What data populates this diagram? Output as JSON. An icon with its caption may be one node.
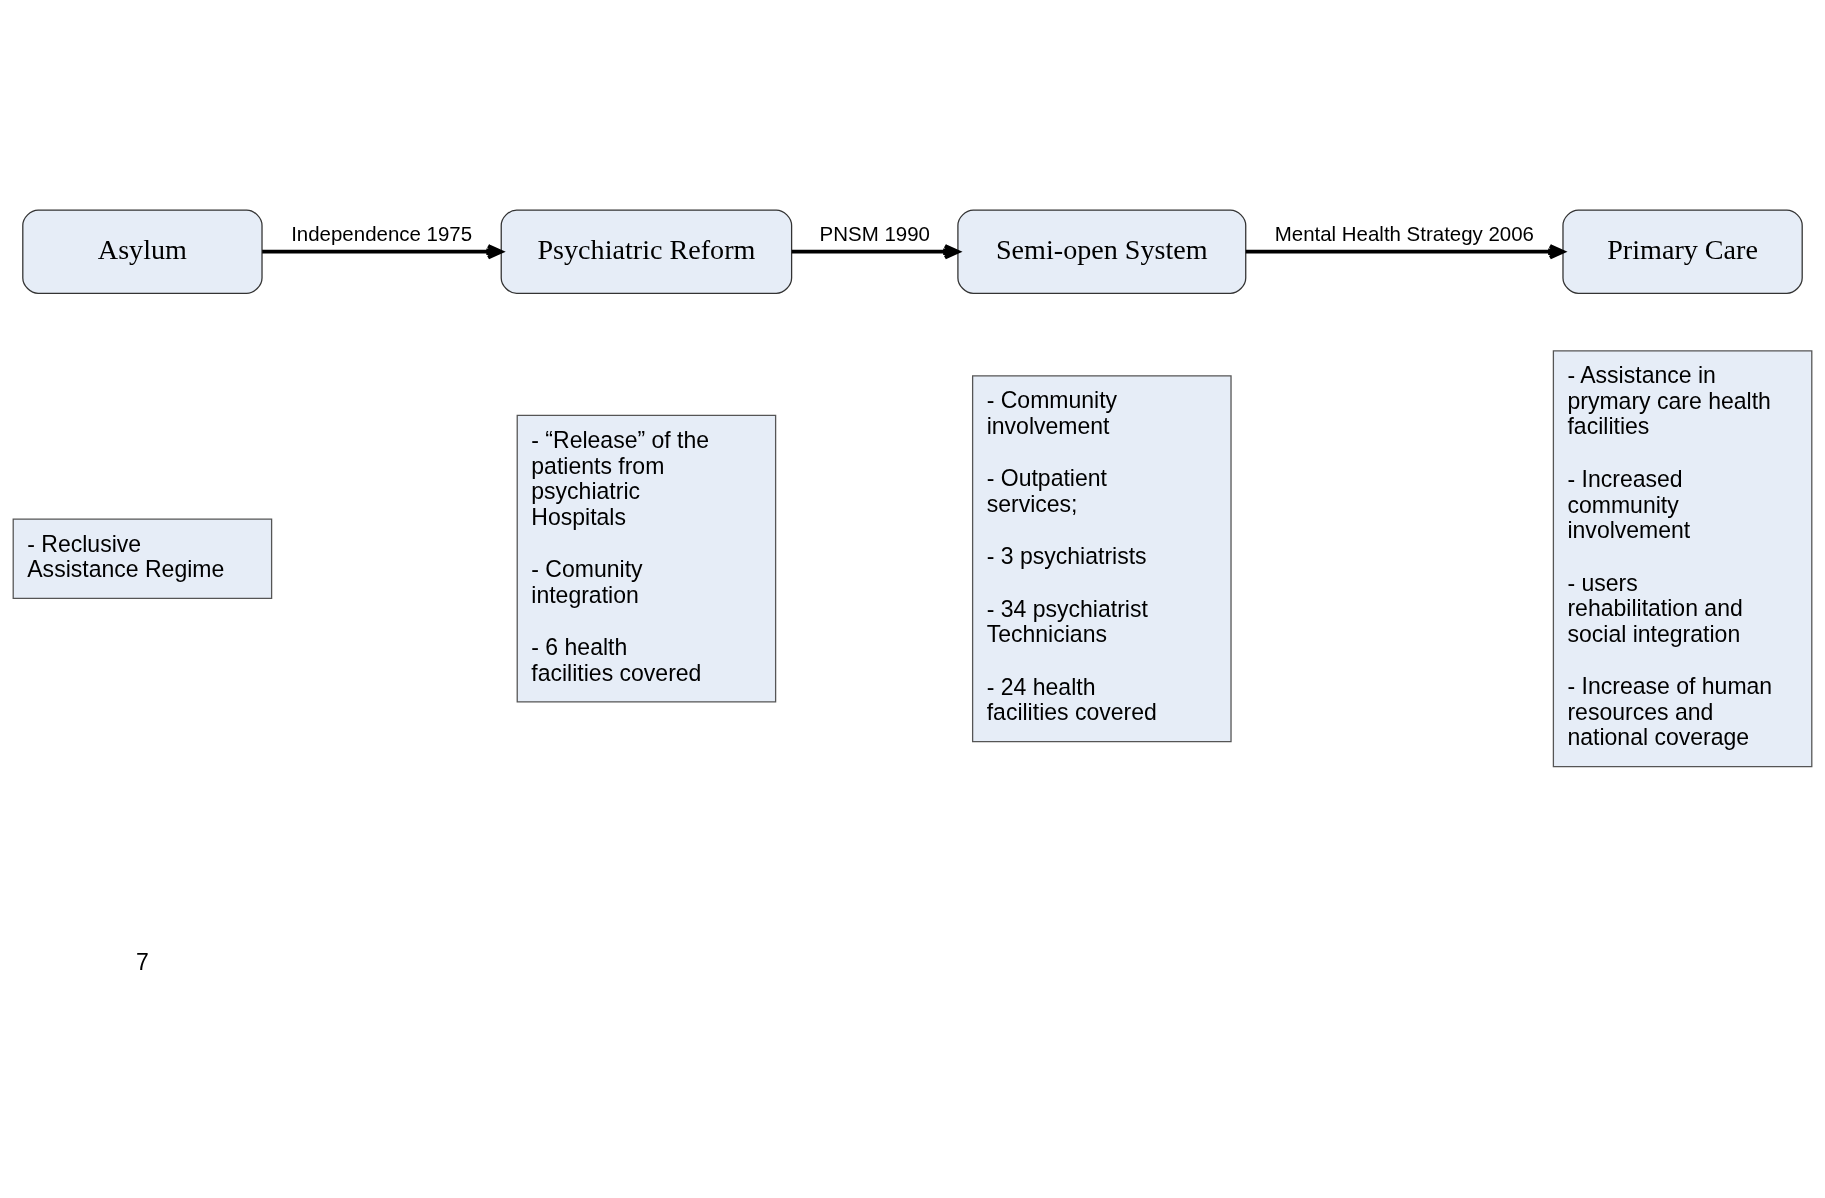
{
  "diagram": {
    "nodes": [
      {
        "text": [
          "Asylum"
        ]
      },
      {
        "text": [
          "Psychiatric Reform"
        ]
      },
      {
        "text": [
          "Semi-open System"
        ]
      },
      {
        "text": [
          "Primary Care"
        ]
      },
      {
        "text": [
          "- Reclusive Assistance Regime"
        ]
      },
      {
        "text": [
          "- “Release” of the patients from psychiatric Hospitals",
          "- Comunity integration",
          "- 6 health facilities covered"
        ]
      },
      {
        "text": [
          "- Community involvement",
          "- Outpatient services;",
          "- 3 psychiatrists",
          "- 34 psychiatrist Technicians",
          "- 24 health facilities covered"
        ]
      },
      {
        "text": [
          "- Assistance in prymary care health facilities",
          "- Increased community involvement",
          "- users rehabilitation and social integration",
          "- Increase of human resources and national coverage"
        ]
      }
    ],
    "edges": [
      {
        "from": 0,
        "to": 1,
        "arrow": "to",
        "label": "Independence 1975"
      },
      {
        "from": 1,
        "to": 2,
        "arrow": "to",
        "label": "PNSM 1990"
      },
      {
        "from": 2,
        "to": 3,
        "arrow": "to",
        "label": "Mental Health Strategy 2006"
      }
    ],
    "labels": [
      "7"
    ]
  }
}
